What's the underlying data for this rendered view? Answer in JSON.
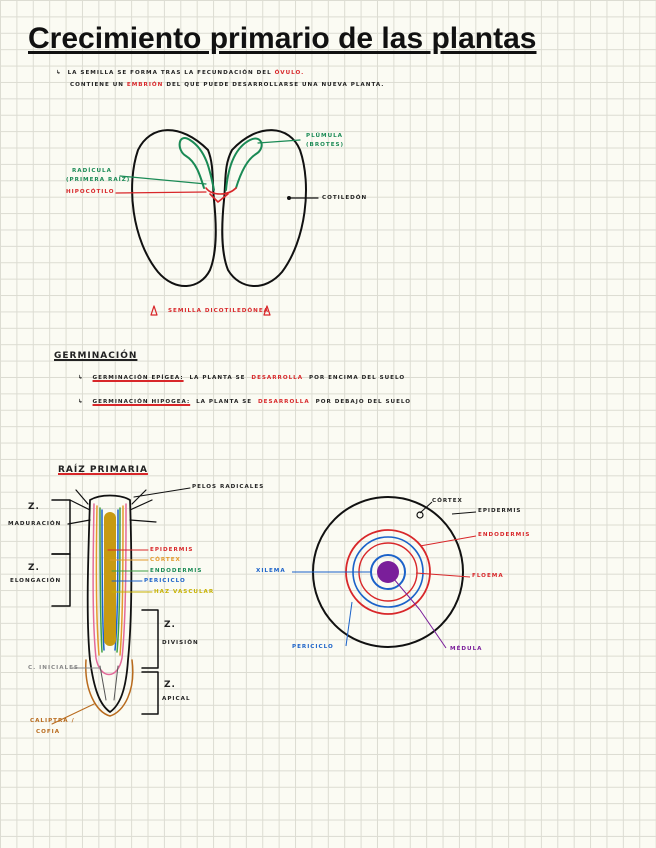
{
  "title": "Crecimiento primario de las plantas",
  "intro": {
    "bullet": "↳",
    "line1_a": "la semilla se forma tras la fecundación del",
    "line1_b": "óvulo.",
    "line2_a": "contiene un",
    "line2_b": "embrión",
    "line2_c": "del que puede desarrollarse una nueva planta."
  },
  "seed": {
    "plumula": "plúmula",
    "plumula_sub": "(brotes)",
    "radicula": "radícula",
    "radicula_sub": "(primera raíz)",
    "hipocotilo": "hipocótilo",
    "cotiledon": "cotiledón",
    "caption": "semilla dicotiledónea"
  },
  "germinacion": {
    "heading": "germinación",
    "epigea_term": "germinación epígea:",
    "epigea_a": "la planta se",
    "epigea_b": "desarrolla",
    "epigea_c": "por encima del suelo",
    "hipogea_term": "germinación hipogea:",
    "hipogea_a": "la planta se",
    "hipogea_b": "desarrolla",
    "hipogea_c": "por debajo del suelo"
  },
  "raiz": {
    "heading": "raíz primaria",
    "pelos": "pelos radicales",
    "z1": "z.",
    "z1_label": "maduración",
    "z2": "z.",
    "z2_label": "elongación",
    "z3": "z.",
    "z3_label": "división",
    "z4": "z.",
    "z4_label": "apical",
    "epidermis": "epidermis",
    "cortex": "córtex",
    "endodermis": "endodermis",
    "periciclo": "periciclo",
    "haz": "haz vascular",
    "iniciales": "c. iniciales",
    "caliptra": "caliptra /",
    "cofia": "cofia"
  },
  "corte": {
    "cortex": "córtex",
    "epidermis": "epidermis",
    "endodermis": "endodermis",
    "floema": "floema",
    "xilema": "xilema",
    "periciclo": "periciclo",
    "medula": "médula"
  }
}
